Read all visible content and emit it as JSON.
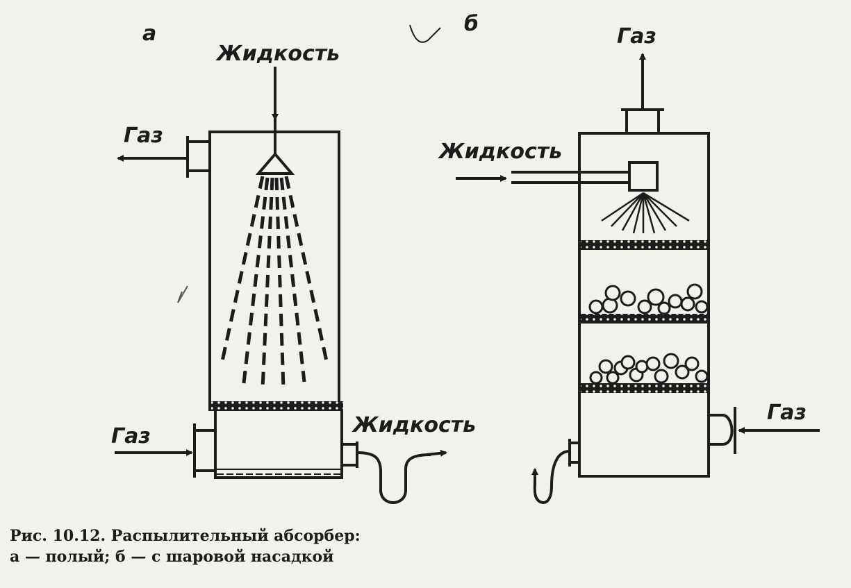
{
  "diagram": {
    "label_a": "а",
    "label_b": "б",
    "a": {
      "liquid_in": "Жидкость",
      "gas_out": "Газ",
      "gas_in": "Газ",
      "liquid_out": "Жидкость"
    },
    "b": {
      "gas_out": "Газ",
      "liquid_in": "Жидкость",
      "gas_in": "Газ"
    }
  },
  "caption": {
    "line1": "Рис. 10.12. Распылительный абсорбер:",
    "line2": "а — полый; б — с шаровой насадкой"
  },
  "colors": {
    "ink": "#1c1c1c",
    "paper": "#f3f1ec"
  }
}
